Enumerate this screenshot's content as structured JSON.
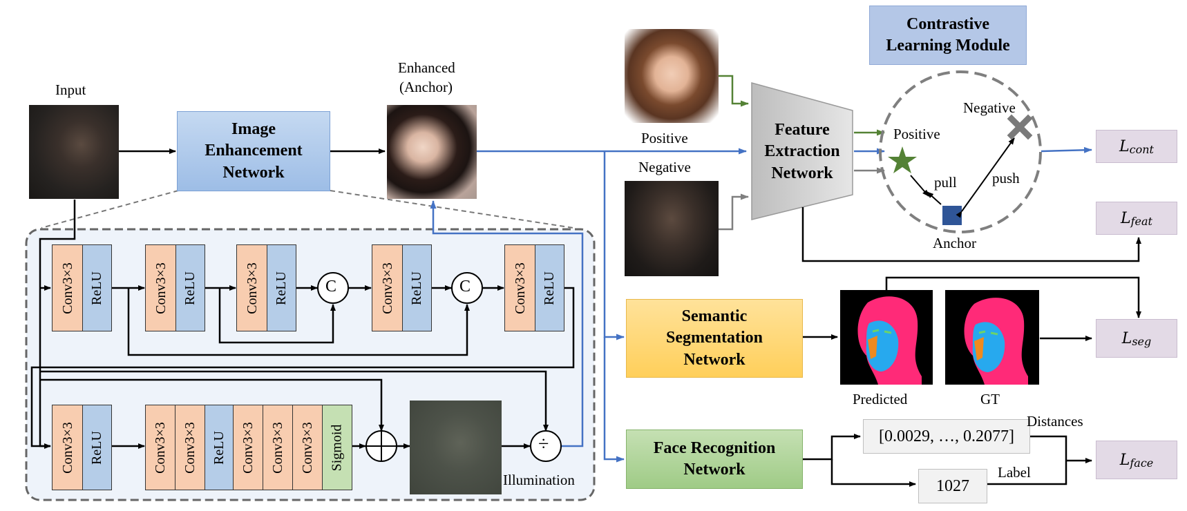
{
  "images": {
    "input_label": "Input",
    "enhanced_label_line1": "Enhanced",
    "enhanced_label_line2": "(Anchor)",
    "positive_label": "Positive",
    "negative_label": "Negative",
    "predicted_label": "Predicted",
    "gt_label": "GT",
    "illumination_label": "Illumination"
  },
  "networks": {
    "image_enhancement": [
      "Image",
      "Enhancement",
      "Network"
    ],
    "feature_extraction": [
      "Feature",
      "Extraction",
      "Network"
    ],
    "semantic_segmentation": [
      "Semantic",
      "Segmentation",
      "Network"
    ],
    "face_recognition": [
      "Face Recognition",
      "Network"
    ],
    "contrastive_module": [
      "Contrastive",
      "Learning Module"
    ]
  },
  "contrastive": {
    "positive": "Positive",
    "negative": "Negative",
    "anchor": "Anchor",
    "pull": "pull",
    "push": "push"
  },
  "face_outputs": {
    "distances_value": "[0.0029, …, 0.2077]",
    "distances_label": "Distances",
    "label_value": "1027",
    "label_label": "Label"
  },
  "losses": {
    "cont": {
      "main": "L",
      "sub": "cont"
    },
    "feat": {
      "main": "L",
      "sub": "feat"
    },
    "seg": {
      "main": "L",
      "sub": "seg"
    },
    "face": {
      "main": "L",
      "sub": "face"
    }
  },
  "blocks": {
    "conv": "Conv3×3",
    "relu": "ReLU",
    "sigmoid": "Sigmoid",
    "concat": "C",
    "plus": "+",
    "divide": "÷"
  },
  "colors": {
    "blue_arrow": "#4472c4",
    "green_arrow": "#548235",
    "gray_arrow": "#7f7f7f",
    "conv_fill": "#f8cdb0",
    "relu_fill": "#b5cde8",
    "sigmoid_fill": "#c5e0b3",
    "loss_fill": "#e3dae6"
  }
}
